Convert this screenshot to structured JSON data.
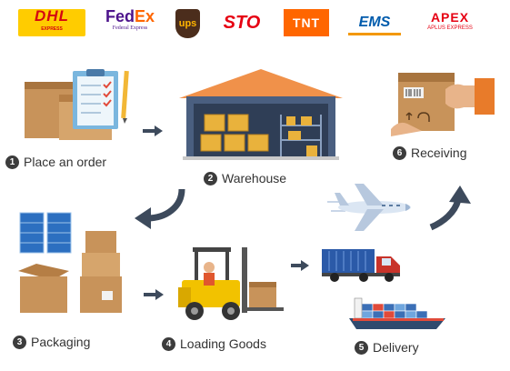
{
  "carriers": {
    "dhl": {
      "name": "DHL",
      "sub": "EXPRESS"
    },
    "fedex": {
      "fe": "Fed",
      "ex": "Ex",
      "sub": "Federal Express"
    },
    "ups": {
      "name": "ups"
    },
    "sto": {
      "name": "STO"
    },
    "tnt": {
      "name": "TNT"
    },
    "ems": {
      "name": "EMS"
    },
    "apex": {
      "name": "APEX",
      "sub": "APLUS EXPRESS"
    }
  },
  "steps": [
    {
      "num": "1",
      "label": "Place an order"
    },
    {
      "num": "2",
      "label": "Warehouse"
    },
    {
      "num": "3",
      "label": "Packaging"
    },
    {
      "num": "4",
      "label": "Loading Goods"
    },
    {
      "num": "5",
      "label": "Delivery"
    },
    {
      "num": "6",
      "label": "Receiving"
    }
  ],
  "colors": {
    "box": "#c8935a",
    "box_dark": "#a8743e",
    "arrow": "#3d4a5c",
    "warehouse_roof": "#f0914a",
    "warehouse_wall": "#4a5f80",
    "forklift": "#f2c200",
    "truck": "#2b5aa8",
    "ship": "#3b6fb6"
  },
  "icons": [
    "order-clipboard-icon",
    "warehouse-icon",
    "packaging-boxes-icon",
    "forklift-icon",
    "airplane-icon",
    "truck-icon",
    "ship-icon",
    "receiving-hands-icon"
  ]
}
